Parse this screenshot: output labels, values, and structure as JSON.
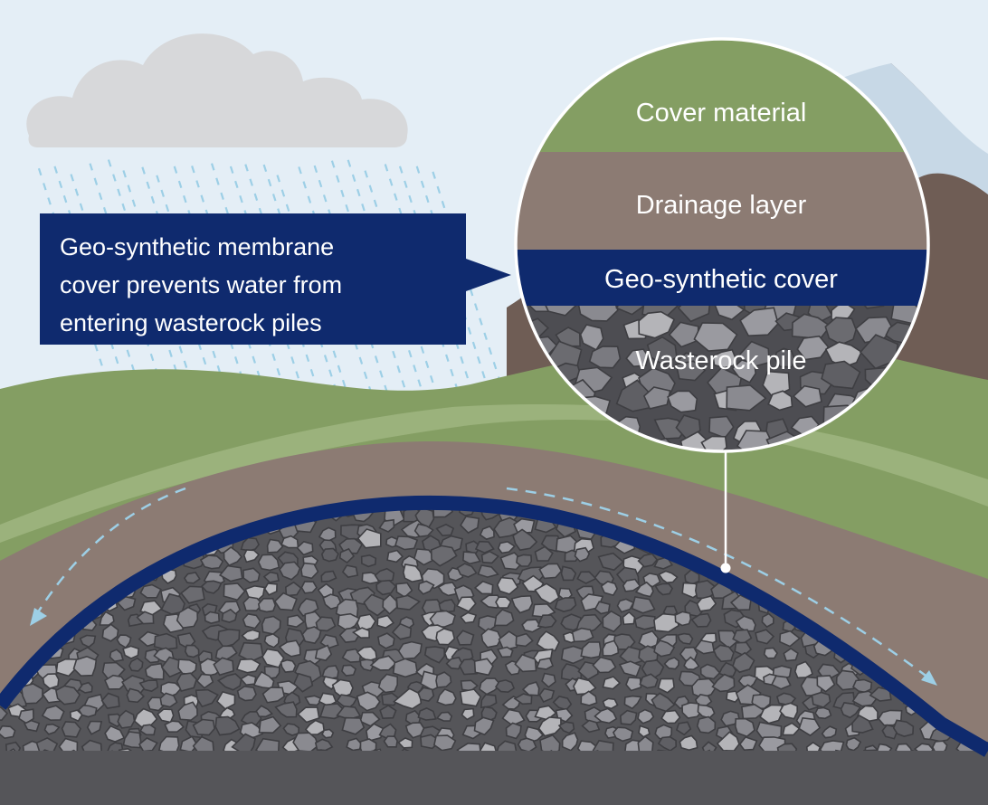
{
  "callout": {
    "text": "Geo-synthetic membrane\ncover prevents water from\nentering wasterock piles"
  },
  "inset": {
    "layers": [
      {
        "label": "Cover material",
        "color": "#849e63"
      },
      {
        "label": "Drainage layer",
        "color": "#8c7b73"
      },
      {
        "label": "Geo-synthetic cover",
        "color": "#0f2a6e"
      },
      {
        "label": "Wasterock pile",
        "color": "#6b6b70"
      }
    ]
  },
  "colors": {
    "sky": "#e4eef6",
    "cloud": "#d7d8da",
    "rain": "#9dcfe6",
    "grass": "#849e63",
    "grass_light": "#9bb27c",
    "soil": "#8c7b73",
    "membrane": "#0f2a6e",
    "rock_dark": "#4d4d52",
    "rock_mid": "#7a7a80",
    "rock_light": "#b4b4b8",
    "ground": "#555559",
    "mountain": "#6f5d55",
    "snow": "#c7d8e6"
  }
}
